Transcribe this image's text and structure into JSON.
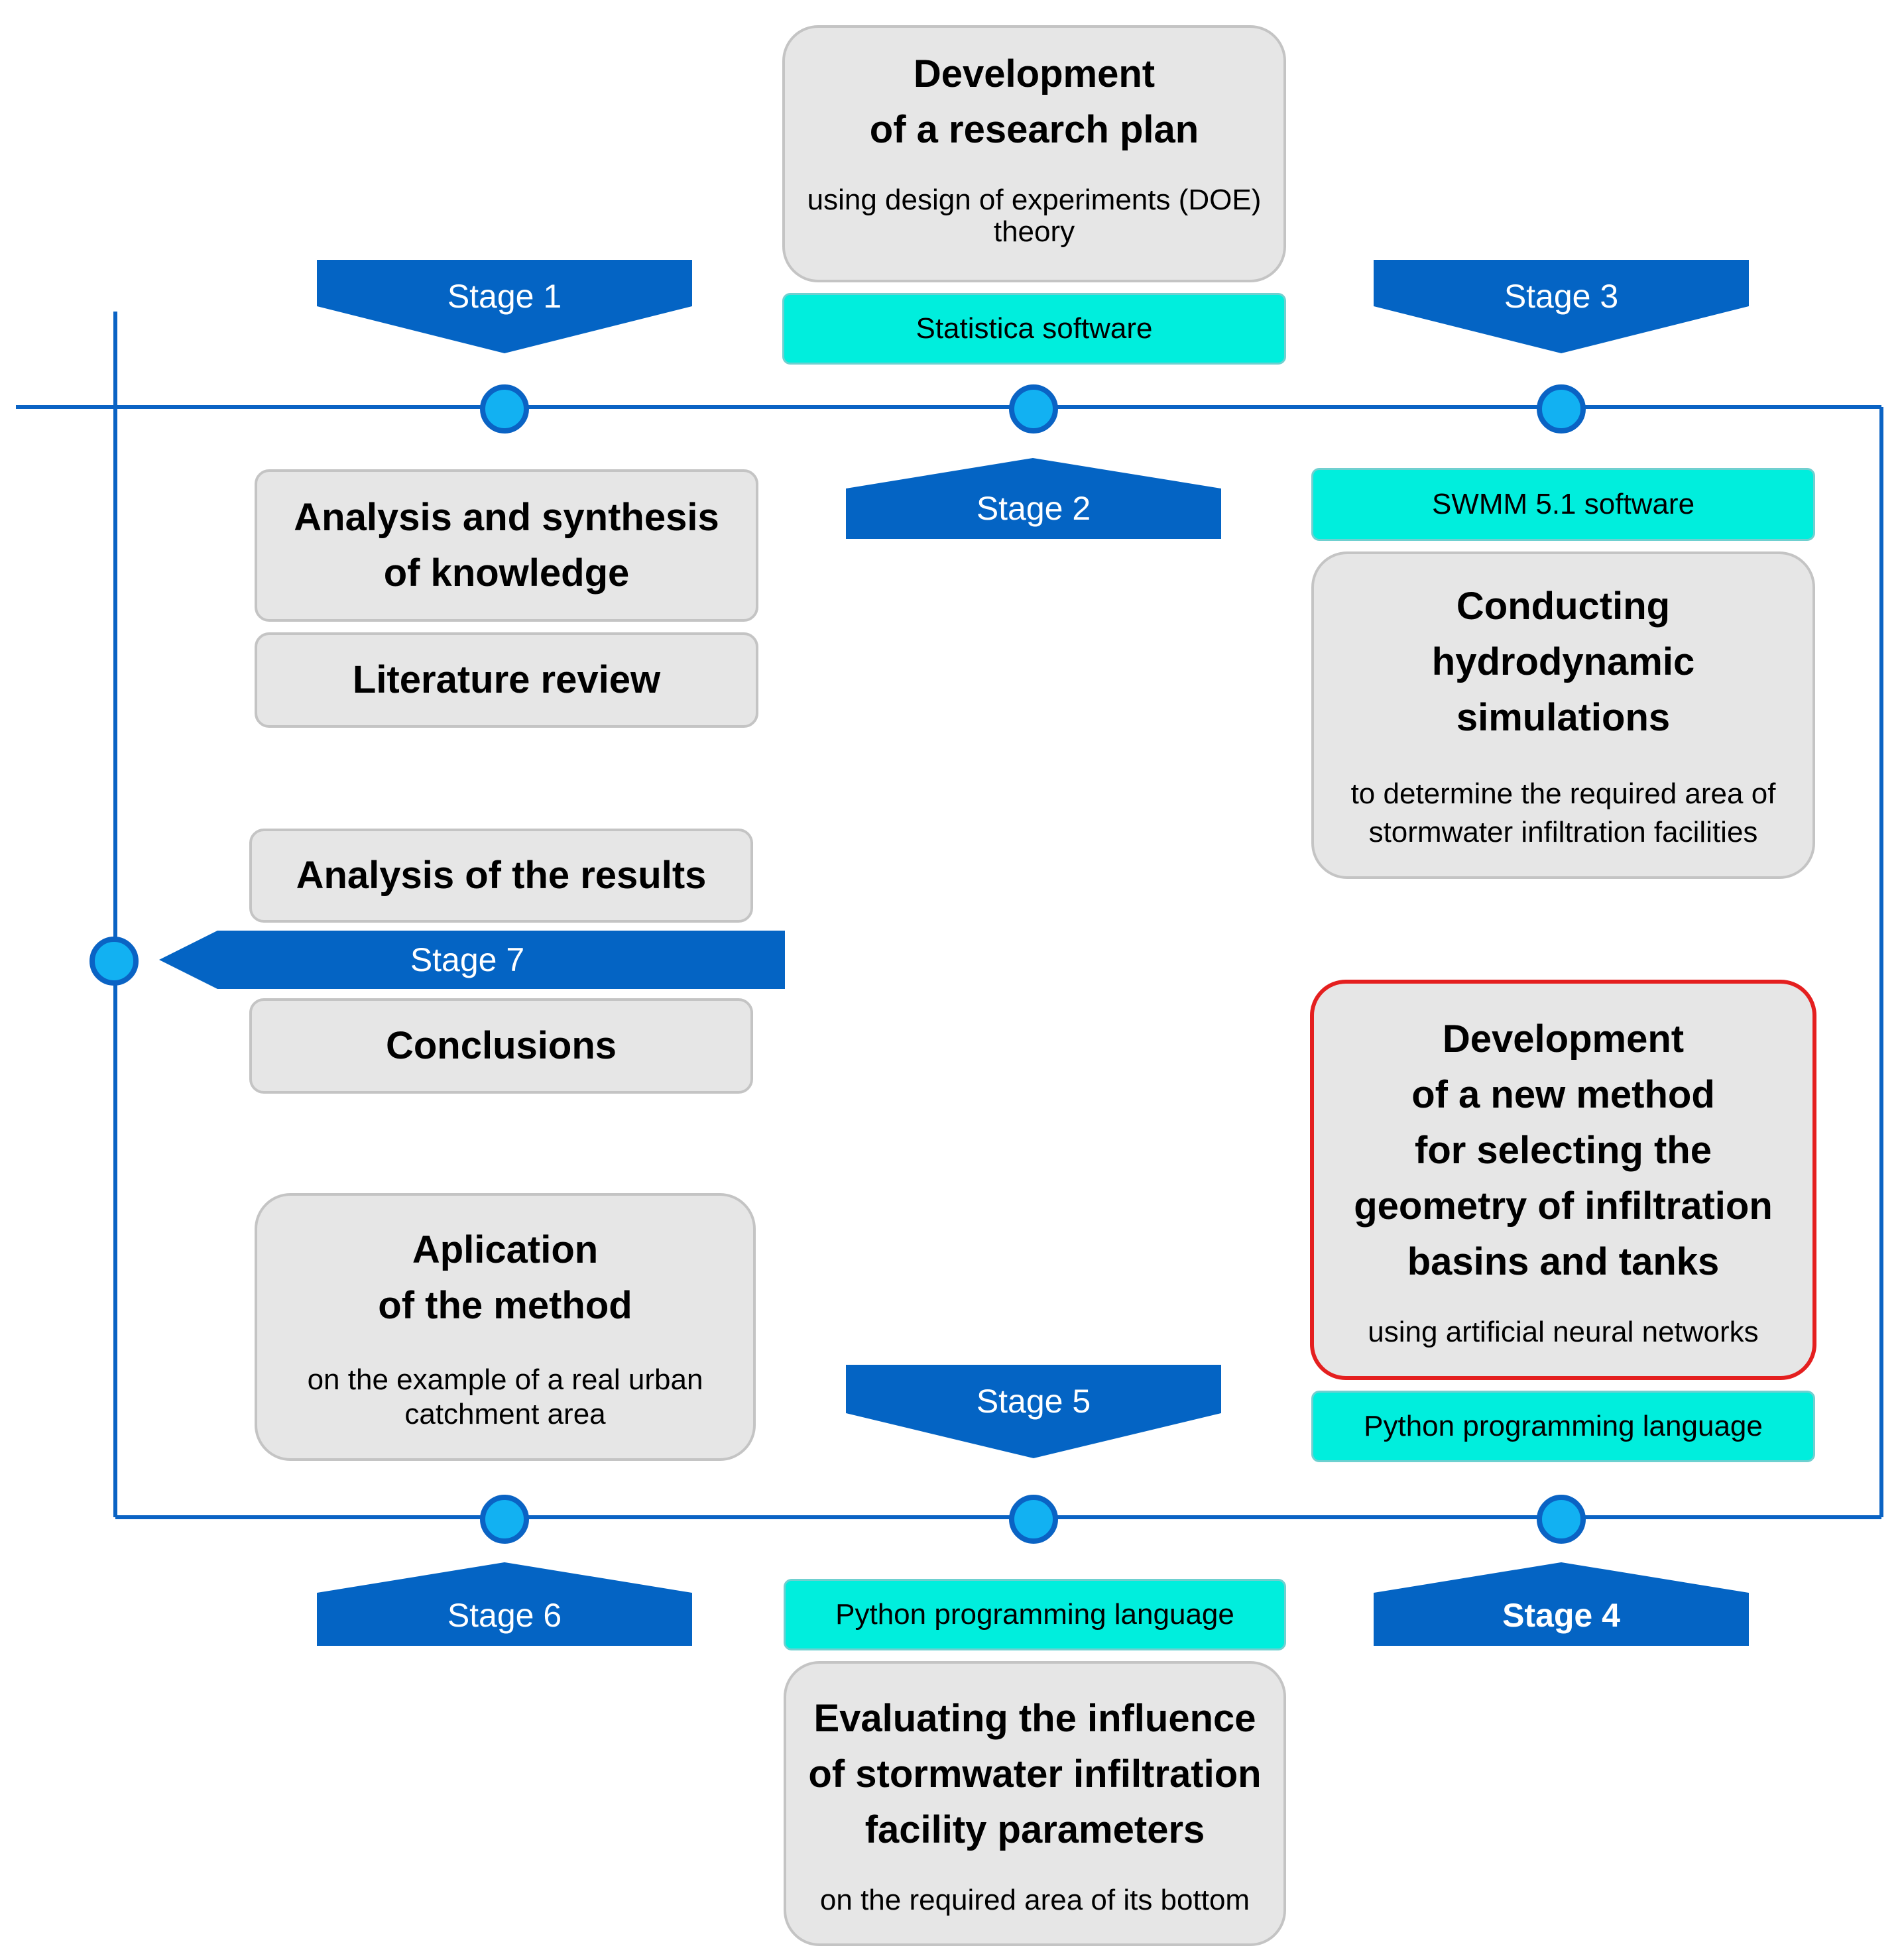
{
  "colors": {
    "arrow_fill": "#0464c4",
    "line": "#0a63c4",
    "node_fill": "#12b1f2",
    "box_fill": "#e6e6e6",
    "tool_fill": "#00eedd",
    "highlight_border": "#e41f1f"
  },
  "stages": {
    "s1": "Stage 1",
    "s2": "Stage 2",
    "s3": "Stage 3",
    "s4": "Stage 4",
    "s5": "Stage 5",
    "s6": "Stage 6",
    "s7": "Stage 7"
  },
  "boxes": {
    "research_plan": {
      "title": "Development\nof a research plan",
      "sub": "using design of experiments (DOE)\ntheory"
    },
    "analysis_synthesis": {
      "title": "Analysis and synthesis\nof knowledge"
    },
    "literature_review": {
      "title": "Literature review"
    },
    "hydro_sim": {
      "title": "Conducting\nhydrodynamic\nsimulations",
      "sub": "to determine the required area of\nstormwater infiltration facilities"
    },
    "analysis_results": {
      "title": "Analysis of the results"
    },
    "conclusions": {
      "title": "Conclusions"
    },
    "new_method": {
      "title": "Development\nof a new method\nfor selecting the\ngeometry of infiltration\nbasins and tanks",
      "sub": "using artificial neural networks"
    },
    "application": {
      "title": "Aplication\nof the method",
      "sub": "on the example of a real urban\ncatchment area"
    },
    "evaluating": {
      "title": "Evaluating the influence\nof stormwater infiltration\nfacility parameters",
      "sub": "on the required area of its bottom"
    }
  },
  "tools": {
    "statistica": "Statistica software",
    "swmm": "SWMM 5.1 software",
    "python_stage4": "Python programming language",
    "python_stage5": "Python programming language"
  }
}
